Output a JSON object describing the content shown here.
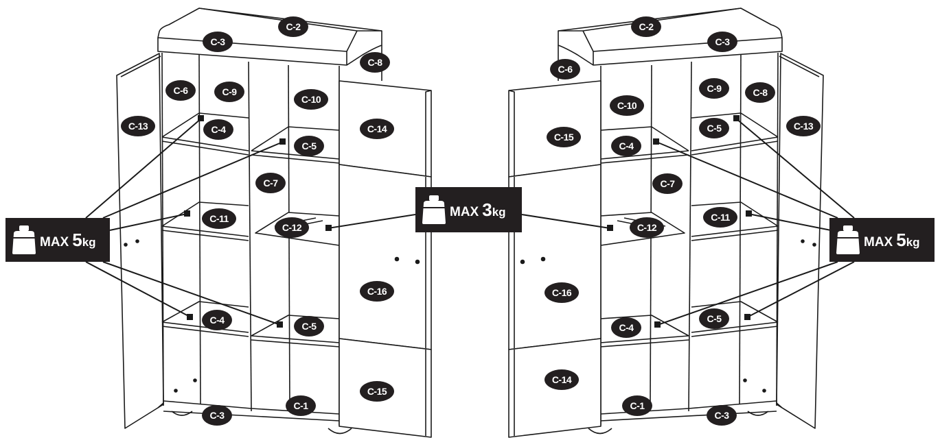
{
  "colors": {
    "ink": "#231f20",
    "paper": "#ffffff",
    "line": "#1a1a1a"
  },
  "left_cabinet": {
    "labels": [
      "C-2",
      "C-3",
      "C-8",
      "C-6",
      "C-9",
      "C-10",
      "C-13",
      "C-4",
      "C-14",
      "C-5",
      "C-7",
      "C-11",
      "C-12",
      "C-16",
      "C-4",
      "C-5",
      "C-15",
      "C-1",
      "C-3"
    ]
  },
  "right_cabinet": {
    "labels": [
      "C-2",
      "C-3",
      "C-6",
      "C-10",
      "C-9",
      "C-8",
      "C-15",
      "C-5",
      "C-13",
      "C-4",
      "C-7",
      "C-11",
      "C-12",
      "C-16",
      "C-4",
      "C-5",
      "C-14",
      "C-1",
      "C-3"
    ]
  },
  "load_labels": {
    "left": {
      "prefix": "MAX",
      "value": "5",
      "unit": "kg",
      "icon": "weight-icon"
    },
    "center": {
      "prefix": "MAX",
      "value": "3",
      "unit": "kg",
      "icon": "weight-icon"
    },
    "right": {
      "prefix": "MAX",
      "value": "5",
      "unit": "kg",
      "icon": "weight-icon"
    }
  }
}
